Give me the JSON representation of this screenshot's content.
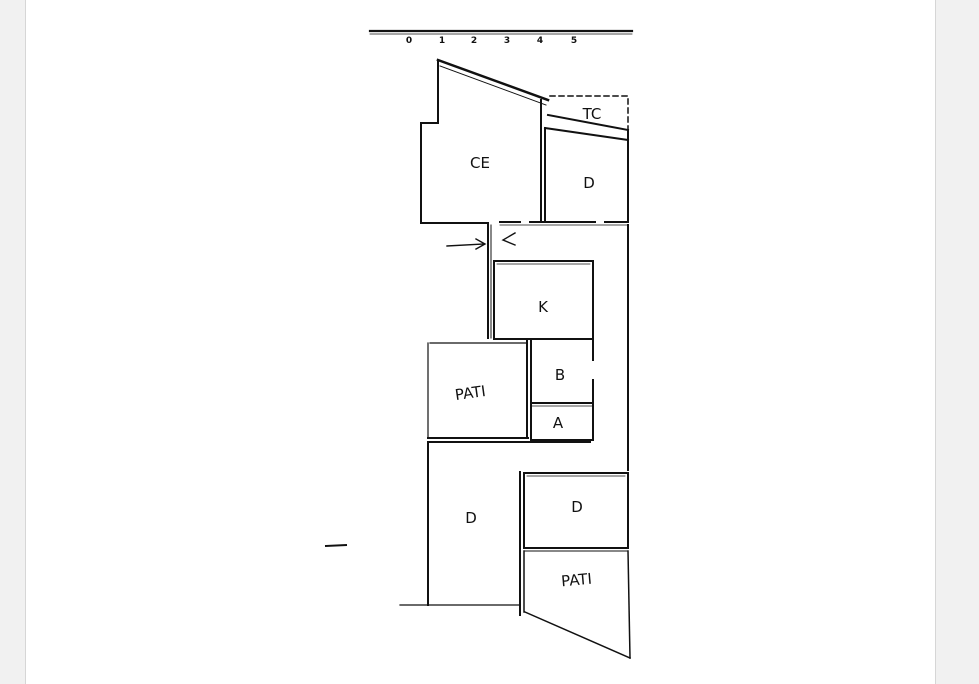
{
  "scale": {
    "ticks": [
      "0",
      "1",
      "2",
      "3",
      "4",
      "5"
    ]
  },
  "rooms": {
    "tc": "TC",
    "ce": "CE",
    "d_top": "D",
    "k": "K",
    "pati_left": "PATI",
    "b": "B",
    "a": "A",
    "d_left": "D",
    "d_right": "D",
    "pati_bottom": "PATI"
  },
  "colors": {
    "ink": "#111111",
    "paper": "#ffffff",
    "viewer_bg": "#f1f1f1"
  }
}
